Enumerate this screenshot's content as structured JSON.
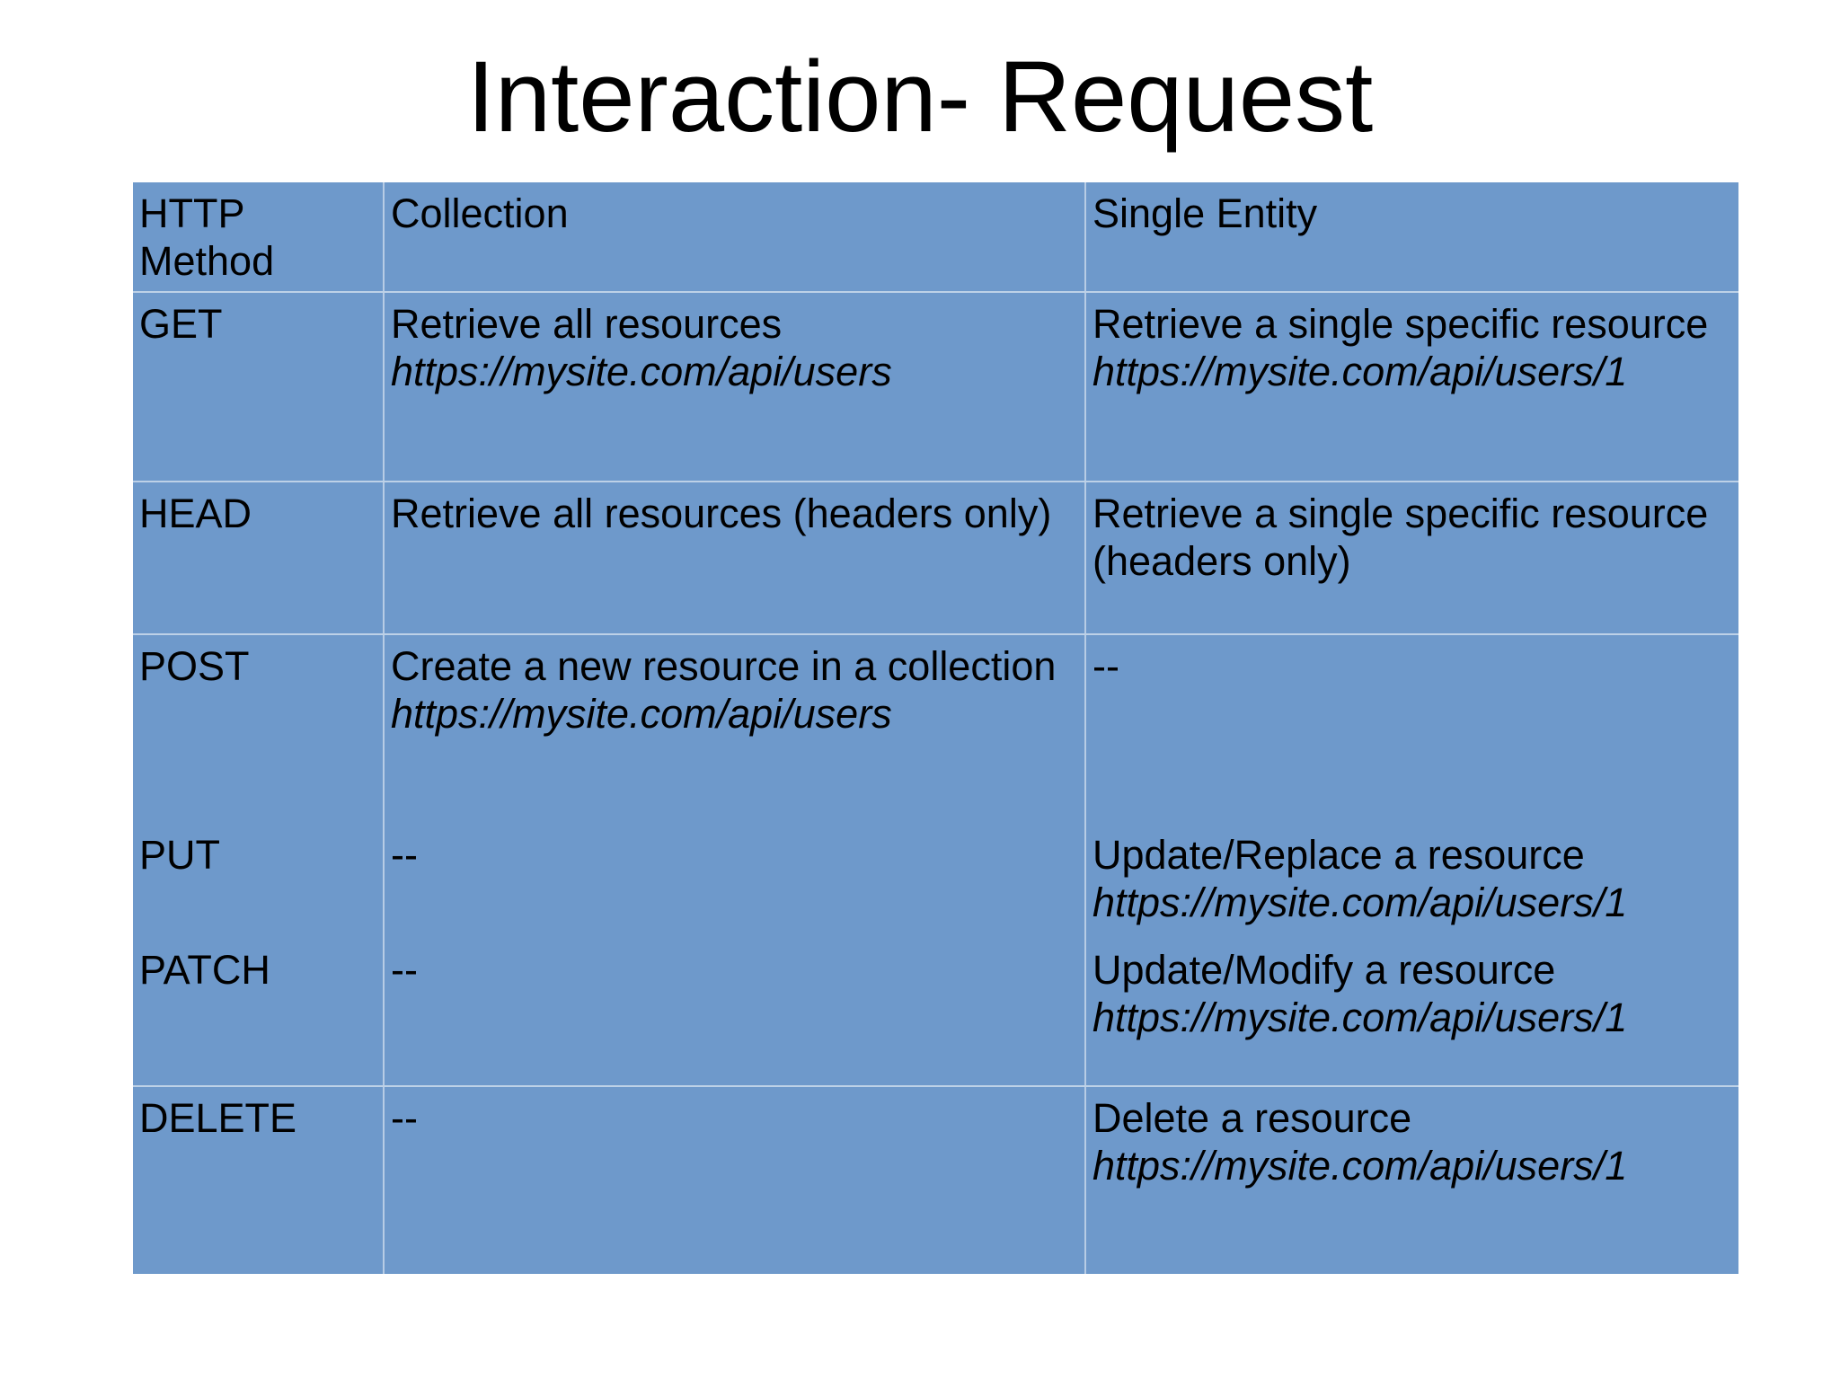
{
  "page": {
    "title": "Interaction- Request",
    "background_color": "#ffffff"
  },
  "table": {
    "bg_color": "#6e99cb",
    "grid_color": "#c9d6ea",
    "text_color": "#000000",
    "columns": [
      "HTTP Method",
      "Collection",
      "Single Entity"
    ],
    "rows": [
      {
        "method": "GET",
        "collection": {
          "text": "Retrieve all resources",
          "url": "https://mysite.com/api/users"
        },
        "single_entity": {
          "text": "Retrieve a single specific resource",
          "url": "https://mysite.com/api/users/1"
        }
      },
      {
        "method": "HEAD",
        "collection": {
          "text": "Retrieve all resources (headers only)"
        },
        "single_entity": {
          "text": "Retrieve a single specific resource (headers only)"
        }
      },
      {
        "method": "POST",
        "collection": {
          "text": "Create a new resource in a collection",
          "url": "https://mysite.com/api/users"
        },
        "single_entity": {
          "text": "--"
        }
      },
      {
        "method": "PUT",
        "collection": {
          "text": "--"
        },
        "single_entity": {
          "text": "Update/Replace a resource",
          "url": "https://mysite.com/api/users/1"
        }
      },
      {
        "method": "PATCH",
        "collection": {
          "text": "--"
        },
        "single_entity": {
          "text": "Update/Modify a resource",
          "url": "https://mysite.com/api/users/1"
        }
      },
      {
        "method": "DELETE",
        "collection": {
          "text": "--"
        },
        "single_entity": {
          "text": "Delete a resource",
          "url": "https://mysite.com/api/users/1"
        }
      }
    ]
  }
}
